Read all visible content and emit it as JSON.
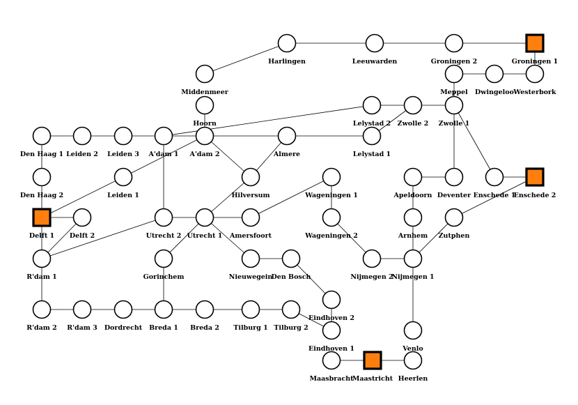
{
  "colors": {
    "highlight": "#ff7f0e",
    "stroke": "#000000",
    "node_fill": "#ffffff"
  },
  "nodes": [
    {
      "id": "Harlingen",
      "label": "Harlingen",
      "shape": "circle"
    },
    {
      "id": "Leeuwarden",
      "label": "Leeuwarden",
      "shape": "circle"
    },
    {
      "id": "Groningen 2",
      "label": "Groningen 2",
      "shape": "circle"
    },
    {
      "id": "Groningen 1",
      "label": "Groningen 1",
      "shape": "square"
    },
    {
      "id": "Middenmeer",
      "label": "Middenmeer",
      "shape": "circle"
    },
    {
      "id": "Meppel",
      "label": "Meppel",
      "shape": "circle"
    },
    {
      "id": "Dwingeloo",
      "label": "Dwingeloo",
      "shape": "circle"
    },
    {
      "id": "Westerbork",
      "label": "Westerbork",
      "shape": "circle"
    },
    {
      "id": "Hoorn",
      "label": "Hoorn",
      "shape": "circle"
    },
    {
      "id": "Lelystad 2",
      "label": "Lelystad 2",
      "shape": "circle"
    },
    {
      "id": "Zwolle 2",
      "label": "Zwolle 2",
      "shape": "circle"
    },
    {
      "id": "Zwolle 1",
      "label": "Zwolle 1",
      "shape": "circle"
    },
    {
      "id": "Den Haag 1",
      "label": "Den Haag 1",
      "shape": "circle"
    },
    {
      "id": "Leiden 2",
      "label": "Leiden 2",
      "shape": "circle"
    },
    {
      "id": "Leiden 3",
      "label": "Leiden 3",
      "shape": "circle"
    },
    {
      "id": "A'dam 1",
      "label": "A'dam 1",
      "shape": "circle"
    },
    {
      "id": "A'dam 2",
      "label": "A'dam 2",
      "shape": "circle"
    },
    {
      "id": "Almere",
      "label": "Almere",
      "shape": "circle"
    },
    {
      "id": "Lelystad 1",
      "label": "Lelystad 1",
      "shape": "circle"
    },
    {
      "id": "Den Haag 2",
      "label": "Den Haag 2",
      "shape": "circle"
    },
    {
      "id": "Leiden 1",
      "label": "Leiden 1",
      "shape": "circle"
    },
    {
      "id": "Hilversum",
      "label": "Hilversum",
      "shape": "circle"
    },
    {
      "id": "Wageningen 1",
      "label": "Wageningen 1",
      "shape": "circle"
    },
    {
      "id": "Apeldoorn",
      "label": "Apeldoorn",
      "shape": "circle"
    },
    {
      "id": "Deventer",
      "label": "Deventer",
      "shape": "circle"
    },
    {
      "id": "Enschede 1",
      "label": "Enschede 1",
      "shape": "circle"
    },
    {
      "id": "Enschede 2",
      "label": "Enschede 2",
      "shape": "square"
    },
    {
      "id": "Delft 1",
      "label": "Delft 1",
      "shape": "square"
    },
    {
      "id": "Delft 2",
      "label": "Delft 2",
      "shape": "circle"
    },
    {
      "id": "Utrecht 2",
      "label": "Utrecht 2",
      "shape": "circle"
    },
    {
      "id": "Utrecht 1",
      "label": "Utrecht 1",
      "shape": "circle"
    },
    {
      "id": "Amersfoort",
      "label": "Amersfoort",
      "shape": "circle"
    },
    {
      "id": "Wageningen 2",
      "label": "Wageningen 2",
      "shape": "circle"
    },
    {
      "id": "Arnhem",
      "label": "Arnhem",
      "shape": "circle"
    },
    {
      "id": "Zutphen",
      "label": "Zutphen",
      "shape": "circle"
    },
    {
      "id": "R'dam 1",
      "label": "R'dam 1",
      "shape": "circle"
    },
    {
      "id": "Gorinchem",
      "label": "Gorinchem",
      "shape": "circle"
    },
    {
      "id": "Nieuwegein",
      "label": "Nieuwegein",
      "shape": "circle"
    },
    {
      "id": "Den Bosch",
      "label": "Den Bosch",
      "shape": "circle"
    },
    {
      "id": "Nijmegen 2",
      "label": "Nijmegen 2",
      "shape": "circle"
    },
    {
      "id": "Nijmegen 1",
      "label": "Nijmegen 1",
      "shape": "circle"
    },
    {
      "id": "Eindhoven 2",
      "label": "Eindhoven 2",
      "shape": "circle"
    },
    {
      "id": "R'dam 2",
      "label": "R'dam 2",
      "shape": "circle"
    },
    {
      "id": "R'dam 3",
      "label": "R'dam 3",
      "shape": "circle"
    },
    {
      "id": "Dordrecht",
      "label": "Dordrecht",
      "shape": "circle"
    },
    {
      "id": "Breda 1",
      "label": "Breda 1",
      "shape": "circle"
    },
    {
      "id": "Breda 2",
      "label": "Breda 2",
      "shape": "circle"
    },
    {
      "id": "Tilburg 1",
      "label": "Tilburg 1",
      "shape": "circle"
    },
    {
      "id": "Tilburg 2",
      "label": "Tilburg 2",
      "shape": "circle"
    },
    {
      "id": "Eindhoven 1",
      "label": "Eindhoven 1",
      "shape": "circle"
    },
    {
      "id": "Venlo",
      "label": "Venlo",
      "shape": "circle"
    },
    {
      "id": "Maasbracht",
      "label": "Maasbracht",
      "shape": "circle"
    },
    {
      "id": "Maastricht",
      "label": "Maastricht",
      "shape": "square"
    },
    {
      "id": "Heerlen",
      "label": "Heerlen",
      "shape": "circle"
    }
  ],
  "edges": [
    [
      "Harlingen",
      "Leeuwarden"
    ],
    [
      "Leeuwarden",
      "Groningen 2"
    ],
    [
      "Groningen 2",
      "Groningen 1"
    ],
    [
      "Harlingen",
      "Middenmeer"
    ],
    [
      "Groningen 1",
      "Westerbork"
    ],
    [
      "Meppel",
      "Dwingeloo"
    ],
    [
      "Dwingeloo",
      "Westerbork"
    ],
    [
      "Meppel",
      "Zwolle 1"
    ],
    [
      "Hoorn",
      "A'dam 2"
    ],
    [
      "A'dam 1",
      "Lelystad 2"
    ],
    [
      "Lelystad 2",
      "Zwolle 2"
    ],
    [
      "Zwolle 2",
      "Zwolle 1"
    ],
    [
      "Lelystad 1",
      "Zwolle 2"
    ],
    [
      "Den Haag 1",
      "Leiden 2"
    ],
    [
      "Leiden 2",
      "Leiden 3"
    ],
    [
      "Leiden 3",
      "A'dam 1"
    ],
    [
      "A'dam 1",
      "A'dam 2"
    ],
    [
      "A'dam 2",
      "Almere"
    ],
    [
      "Almere",
      "Lelystad 1"
    ],
    [
      "A'dam 2",
      "Hilversum"
    ],
    [
      "Almere",
      "Hilversum"
    ],
    [
      "A'dam 2",
      "Leiden 1"
    ],
    [
      "Leiden 1",
      "Delft 1"
    ],
    [
      "A'dam 1",
      "Utrecht 2"
    ],
    [
      "Den Haag 1",
      "Den Haag 2"
    ],
    [
      "Den Haag 2",
      "Delft 1"
    ],
    [
      "Delft 1",
      "Delft 2"
    ],
    [
      "Delft 1",
      "R'dam 1"
    ],
    [
      "Delft 2",
      "R'dam 1"
    ],
    [
      "Zwolle 1",
      "Deventer"
    ],
    [
      "Zwolle 1",
      "Enschede 1"
    ],
    [
      "Apeldoorn",
      "Deventer"
    ],
    [
      "Enschede 1",
      "Enschede 2"
    ],
    [
      "Enschede 2",
      "Zutphen"
    ],
    [
      "Apeldoorn",
      "Arnhem"
    ],
    [
      "Hilversum",
      "Utrecht 1"
    ],
    [
      "Utrecht 2",
      "Utrecht 1"
    ],
    [
      "Utrecht 1",
      "Amersfoort"
    ],
    [
      "Amersfoort",
      "Wageningen 1"
    ],
    [
      "Wageningen 1",
      "Wageningen 2"
    ],
    [
      "Wageningen 2",
      "Nijmegen 2"
    ],
    [
      "Nijmegen 2",
      "Nijmegen 1"
    ],
    [
      "Arnhem",
      "Nijmegen 1"
    ],
    [
      "Zutphen",
      "Nijmegen 1"
    ],
    [
      "R'dam 1",
      "Utrecht 2"
    ],
    [
      "Utrecht 1",
      "Gorinchem"
    ],
    [
      "Utrecht 1",
      "Nieuwegein"
    ],
    [
      "Nieuwegein",
      "Den Bosch"
    ],
    [
      "Den Bosch",
      "Eindhoven 2"
    ],
    [
      "Gorinchem",
      "Breda 1"
    ],
    [
      "R'dam 1",
      "R'dam 2"
    ],
    [
      "R'dam 2",
      "R'dam 3"
    ],
    [
      "R'dam 3",
      "Dordrecht"
    ],
    [
      "Dordrecht",
      "Breda 1"
    ],
    [
      "Breda 1",
      "Breda 2"
    ],
    [
      "Breda 2",
      "Tilburg 1"
    ],
    [
      "Tilburg 1",
      "Tilburg 2"
    ],
    [
      "Tilburg 2",
      "Eindhoven 1"
    ],
    [
      "Eindhoven 2",
      "Eindhoven 1"
    ],
    [
      "Nijmegen 1",
      "Venlo"
    ],
    [
      "Maasbracht",
      "Maastricht"
    ],
    [
      "Maastricht",
      "Heerlen"
    ]
  ]
}
